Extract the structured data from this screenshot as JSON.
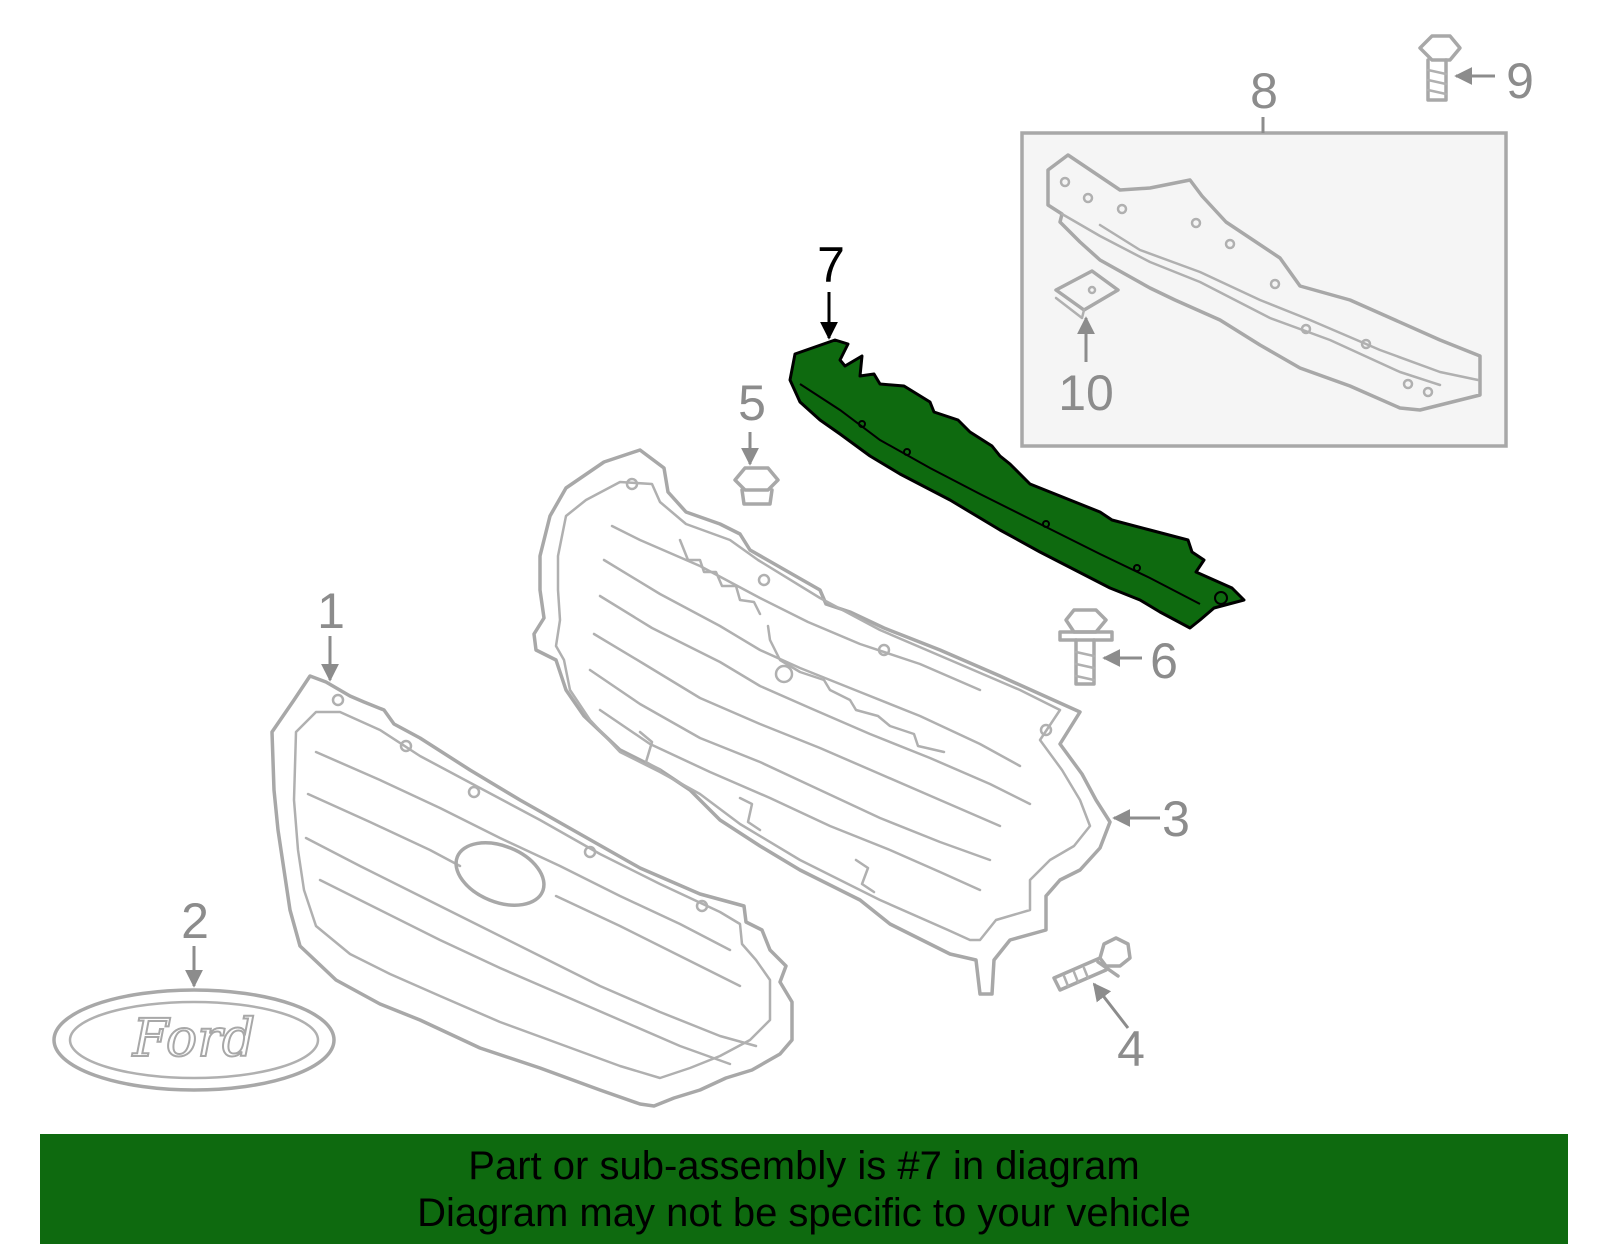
{
  "diagram": {
    "highlighted_part": "7",
    "callouts": [
      {
        "id": "c1",
        "label": "1"
      },
      {
        "id": "c2",
        "label": "2"
      },
      {
        "id": "c3",
        "label": "3"
      },
      {
        "id": "c4",
        "label": "4"
      },
      {
        "id": "c5",
        "label": "5"
      },
      {
        "id": "c6",
        "label": "6"
      },
      {
        "id": "c7",
        "label": "7"
      },
      {
        "id": "c8",
        "label": "8"
      },
      {
        "id": "c9",
        "label": "9"
      },
      {
        "id": "c10",
        "label": "10"
      }
    ],
    "emblem_text": "Ford",
    "colors": {
      "highlight_fill": "#0e6a0f",
      "part_stroke": "#a8a8a8",
      "callout_text": "#8c8c8c",
      "highlight_text": "#000000",
      "banner_background": "#0e6a0f"
    }
  },
  "banner": {
    "line1": "Part or sub-assembly is #7 in diagram",
    "line2": "Diagram may not be specific to your vehicle"
  }
}
